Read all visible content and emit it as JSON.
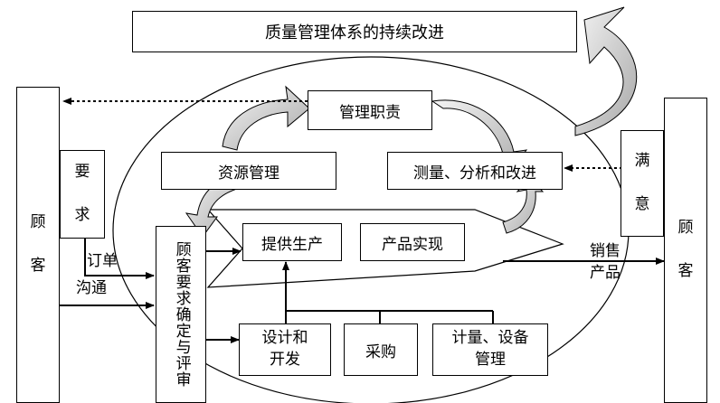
{
  "title": "质量管理体系的持续改进",
  "customer_left": "顾\n\n客",
  "customer_right": "顾\n\n客",
  "requirements": "要\n\n求",
  "satisfaction": "满\n\n意",
  "management_responsibility": "管理职责",
  "resource_management": "资源管理",
  "measurement_analysis": "测量、分析和改进",
  "requirements_review": "顾客要求确定与评审",
  "provide_production": "提供生产",
  "product_realization": "产品实现",
  "design_development": "设计和\n开发",
  "procurement": "采购",
  "metrology_equipment": "计量、设备\n管理",
  "order_label": "订单",
  "communication_label": "沟通",
  "sales_label": "销售",
  "product_label": "产品"
}
